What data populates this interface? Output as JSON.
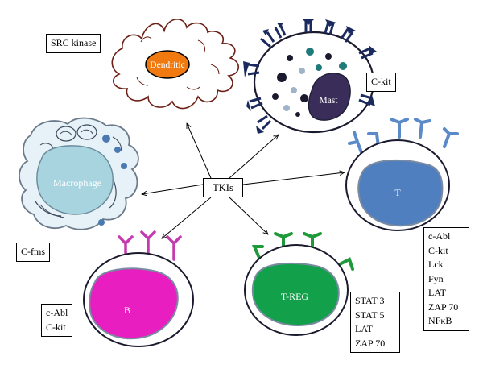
{
  "center": {
    "label": "TKIs"
  },
  "cells": {
    "dendritic": "Dendritic",
    "mast": "Mast",
    "macrophage": "Macrophage",
    "t": "T",
    "b": "B",
    "treg": "T-REG"
  },
  "targets": {
    "dendritic": [
      "SRC kinase"
    ],
    "mast": [
      "C-kit"
    ],
    "macrophage": [
      "C-fms"
    ],
    "t": [
      "c-Abl",
      "C-kit",
      "Lck",
      "Fyn",
      "LAT",
      "ZAP 70",
      "NFκB"
    ],
    "b": [
      "c-Abl",
      "C-kit"
    ],
    "treg": [
      "STAT 3",
      "STAT 5",
      "LAT",
      "ZAP 70"
    ]
  },
  "colors": {
    "dendritic_nucleus": "#f07a10",
    "mast_nucleus": "#3a2d5a",
    "mast_receptor": "#1a2a5e",
    "macrophage_nucleus": "#a8d4e0",
    "macrophage_body": "#e7f1f8",
    "t_nucleus": "#4f7fbf",
    "t_receptor": "#5b8ac9",
    "b_nucleus": "#e81ec0",
    "b_receptor": "#c43bb0",
    "treg_nucleus": "#12a14a",
    "treg_receptor": "#1f9a3a",
    "membrane": "#8a9099"
  }
}
